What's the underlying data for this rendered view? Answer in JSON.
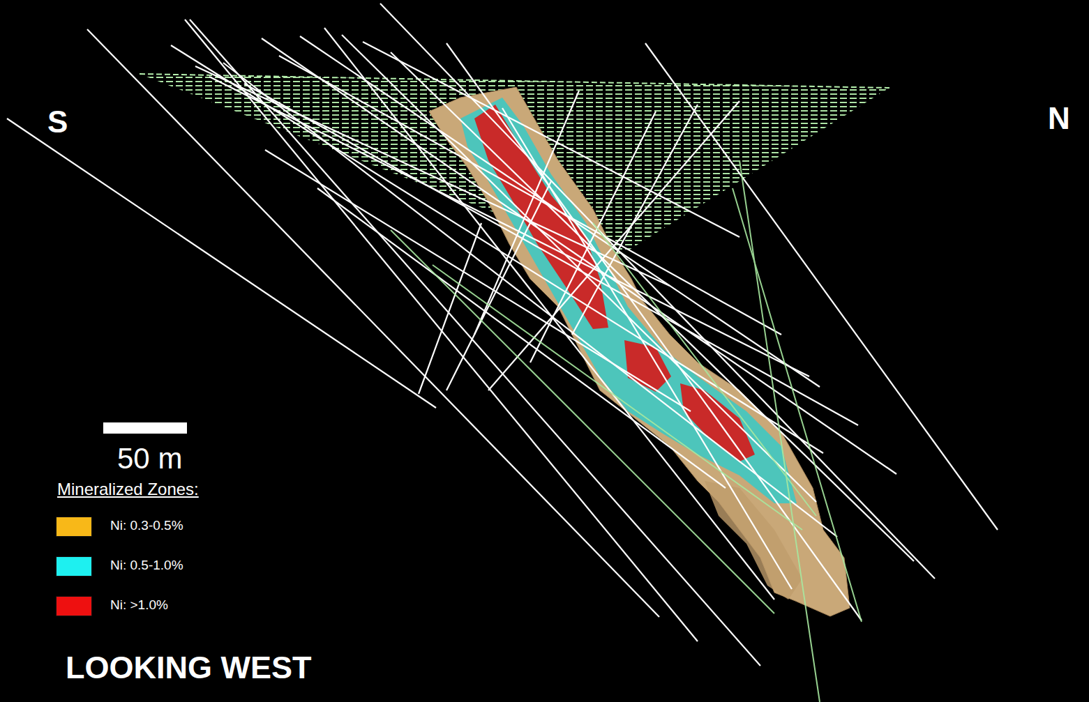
{
  "diagram": {
    "labels": [
      "S",
      "N",
      "50 m",
      "Mineralized Zones:",
      "LOOKING WEST"
    ],
    "legend": [
      {
        "text": "Ni: 0.3-0.5%",
        "color": "#f8b818"
      },
      {
        "text": "Ni: 0.5-1.0%",
        "color": "#1ef0f0"
      },
      {
        "text": "Ni: >1.0%",
        "color": "#ee1010"
      }
    ]
  }
}
